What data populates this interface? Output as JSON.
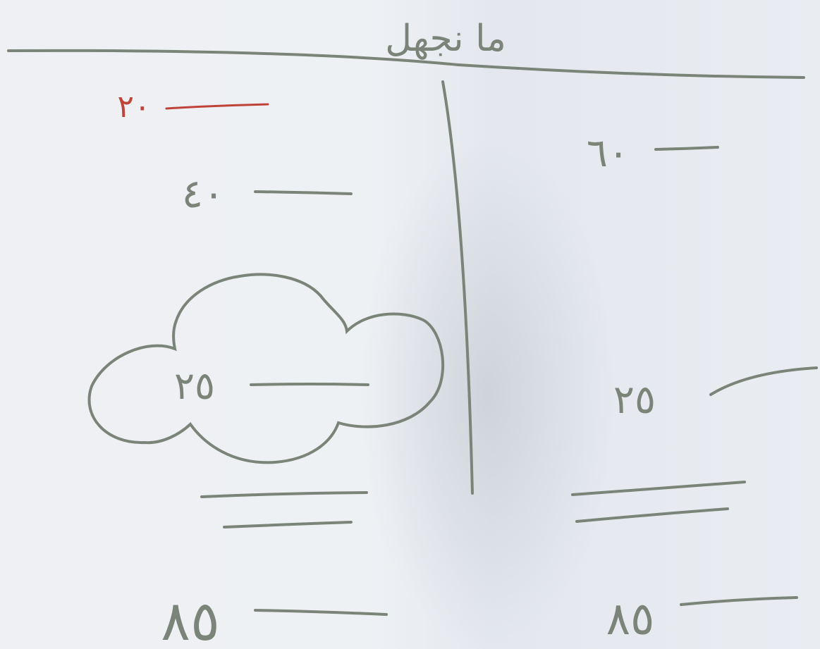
{
  "heading": "ما نجهل",
  "left_column": {
    "top_red": "٢٠",
    "second": "٤٠",
    "cloud": "٢٥",
    "bottom": "٨٥"
  },
  "right_column": {
    "top": "٦٠",
    "middle": "٢٥",
    "bottom": "٨٥"
  },
  "colors": {
    "pencil": "#7a8478",
    "red_pencil": "#c0433a",
    "paper": "#eef0f3"
  }
}
